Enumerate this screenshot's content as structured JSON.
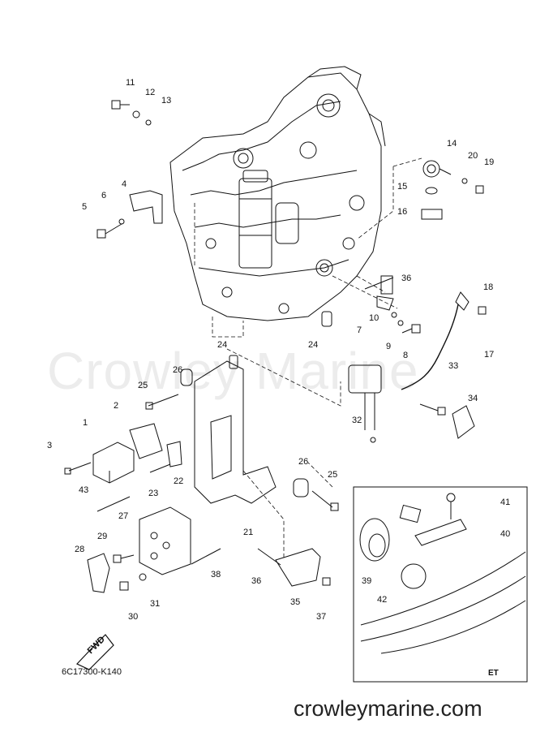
{
  "watermark": "Crowley Marine",
  "site": "crowleymarine.com",
  "diagram_code": "6C17300-K140",
  "inset_label": "ET",
  "fwd_label": "FWD",
  "callouts": [
    "1",
    "2",
    "3",
    "4",
    "5",
    "6",
    "7",
    "8",
    "9",
    "10",
    "11",
    "12",
    "13",
    "14",
    "15",
    "16",
    "17",
    "18",
    "19",
    "20",
    "21",
    "22",
    "23",
    "24",
    "24",
    "25",
    "25",
    "26",
    "26",
    "27",
    "28",
    "29",
    "30",
    "31",
    "32",
    "33",
    "34",
    "35",
    "36",
    "36",
    "37",
    "38",
    "39",
    "40",
    "41",
    "42",
    "43"
  ]
}
